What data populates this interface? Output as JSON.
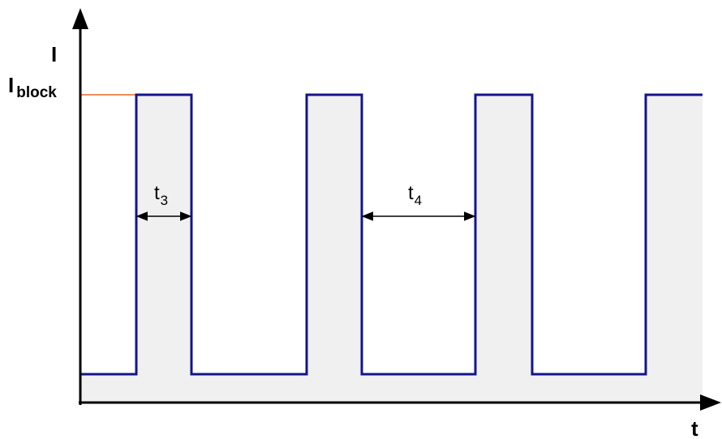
{
  "axes": {
    "y_label": "I",
    "x_label": "t"
  },
  "level_label": {
    "main": "I",
    "subscript": "block"
  },
  "intervals": [
    {
      "main": "t",
      "subscript": "3"
    },
    {
      "main": "t",
      "subscript": "4"
    }
  ],
  "colors": {
    "signal": "#14148c",
    "fill": "#f0f0f0",
    "level_marker": "#f08c5a",
    "axis": "#000000",
    "dimension": "#000000"
  }
}
